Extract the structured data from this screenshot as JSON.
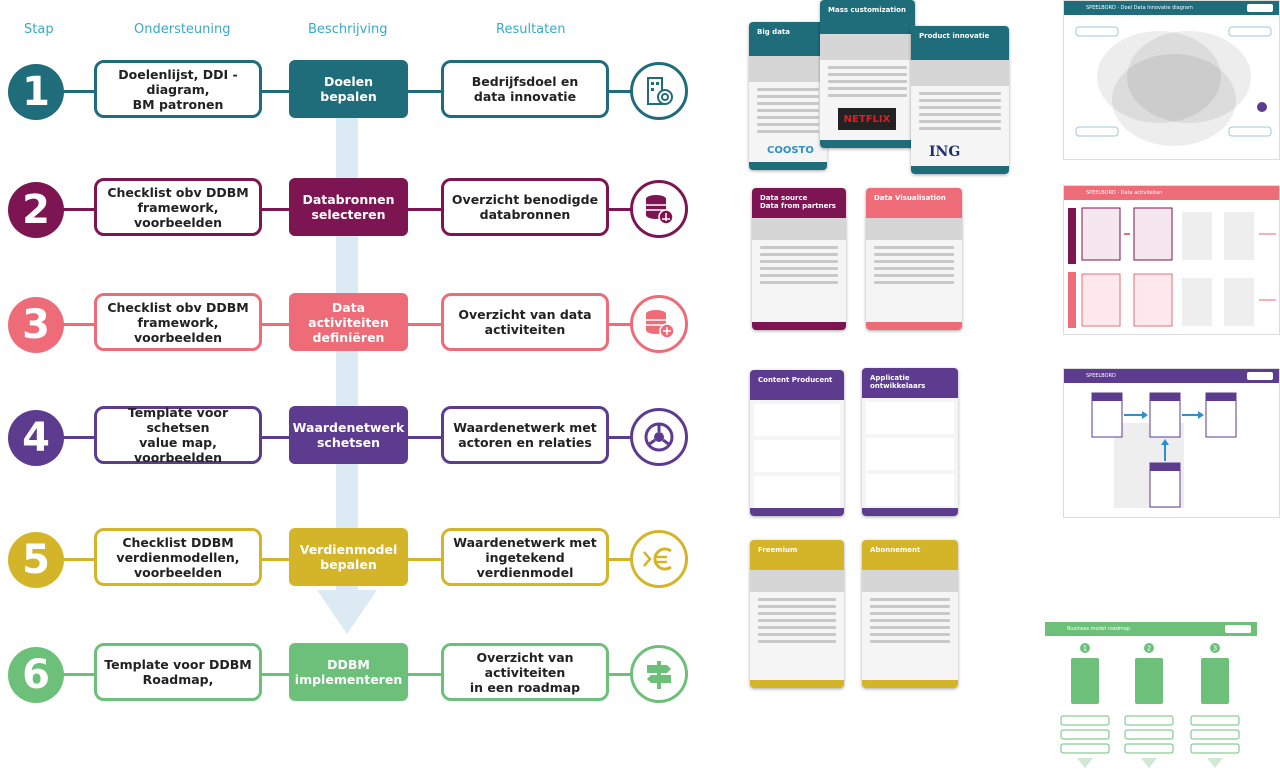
{
  "headers": {
    "stap": "Stap",
    "ondersteuning": "Ondersteuning",
    "beschrijving": "Beschrijving",
    "resultaten": "Resultaten"
  },
  "steps": [
    {
      "num": "1",
      "color": "#1f6c7a",
      "support": "Doelenlijst, DDI -diagram,\nBM patronen",
      "description": "Doelen bepalen",
      "result": "Bedrijfsdoel en\ndata innovatie",
      "icon": "building-target-icon"
    },
    {
      "num": "2",
      "color": "#7d1552",
      "support": "Checklist obv DDBM\nframework, voorbeelden",
      "description": "Databronnen\nselecteren",
      "result": "Overzicht benodigde\ndatabronnen",
      "icon": "database-network-icon"
    },
    {
      "num": "3",
      "color": "#ee6b78",
      "support": "Checklist obv DDBM\nframework, voorbeelden",
      "description": "Data activiteiten\ndefiniëren",
      "result": "Overzicht van data\nactiviteiten",
      "icon": "database-move-icon"
    },
    {
      "num": "4",
      "color": "#5d3b8f",
      "support": "Template voor schetsen\nvalue map, voorbeelden",
      "description": "Waardenetwerk\nschetsen",
      "result": "Waardenetwerk met\nactoren en relaties",
      "icon": "network-circle-icon"
    },
    {
      "num": "5",
      "color": "#d4b52a",
      "support": "Checklist DDBM\nverdienmodellen,\nvoorbeelden",
      "description": "Verdienmodel\nbepalen",
      "result": "Waardenetwerk met\ningetekend verdienmodel",
      "icon": "euro-icon"
    },
    {
      "num": "6",
      "color": "#6cc07a",
      "support": "Template voor DDBM\nRoadmap,",
      "description": "DDBM\nimplementeren",
      "result": "Overzicht van activiteiten\nin een roadmap",
      "icon": "signpost-icon"
    }
  ],
  "thumbnails": {
    "cards1": {
      "a": "Big data",
      "b": "Mass customization",
      "c": "Product innovatie",
      "brand_a": "COOSTO",
      "brand_b": "NETFLIX",
      "brand_c": "ING"
    },
    "cards2": {
      "a": "Data source\nData from partners",
      "b": "Data Visualisation"
    },
    "cards4": {
      "a": "Content Producent",
      "b": "Applicatie\nontwikkelaars"
    },
    "cards5": {
      "a": "Freemium",
      "b": "Abonnement"
    },
    "slide1": "SPEELBORD · Doel Data Innovatie diagram",
    "slide2": "SPEELBORD · Data activiteiten",
    "slide3": "SPEELBORD",
    "slide6": "Business model roadmap",
    "slide6_nums": [
      "1",
      "2",
      "3"
    ]
  }
}
